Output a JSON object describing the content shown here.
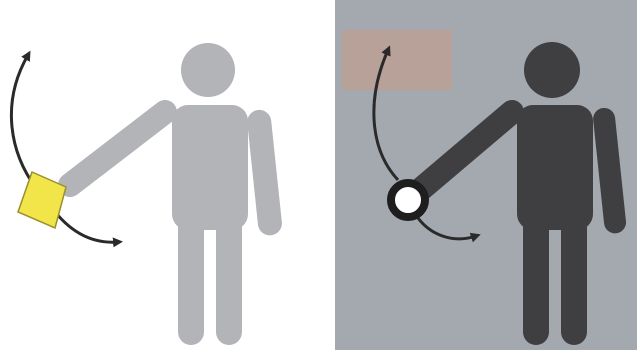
{
  "panels": [
    {
      "id": "left",
      "background": "#ffffff",
      "figure_color": "#b3b4b8",
      "signal_object": "flag",
      "flag_color": "#f2e54a",
      "arrow_color": "#2a2a2a"
    },
    {
      "id": "right",
      "background": "#a4a8af",
      "figure_color": "#3f3f41",
      "signal_object": "lamp",
      "lamp_color": "#ffffff",
      "arrow_color": "#2a2a2a",
      "smudge_color": "#c79a85"
    }
  ]
}
